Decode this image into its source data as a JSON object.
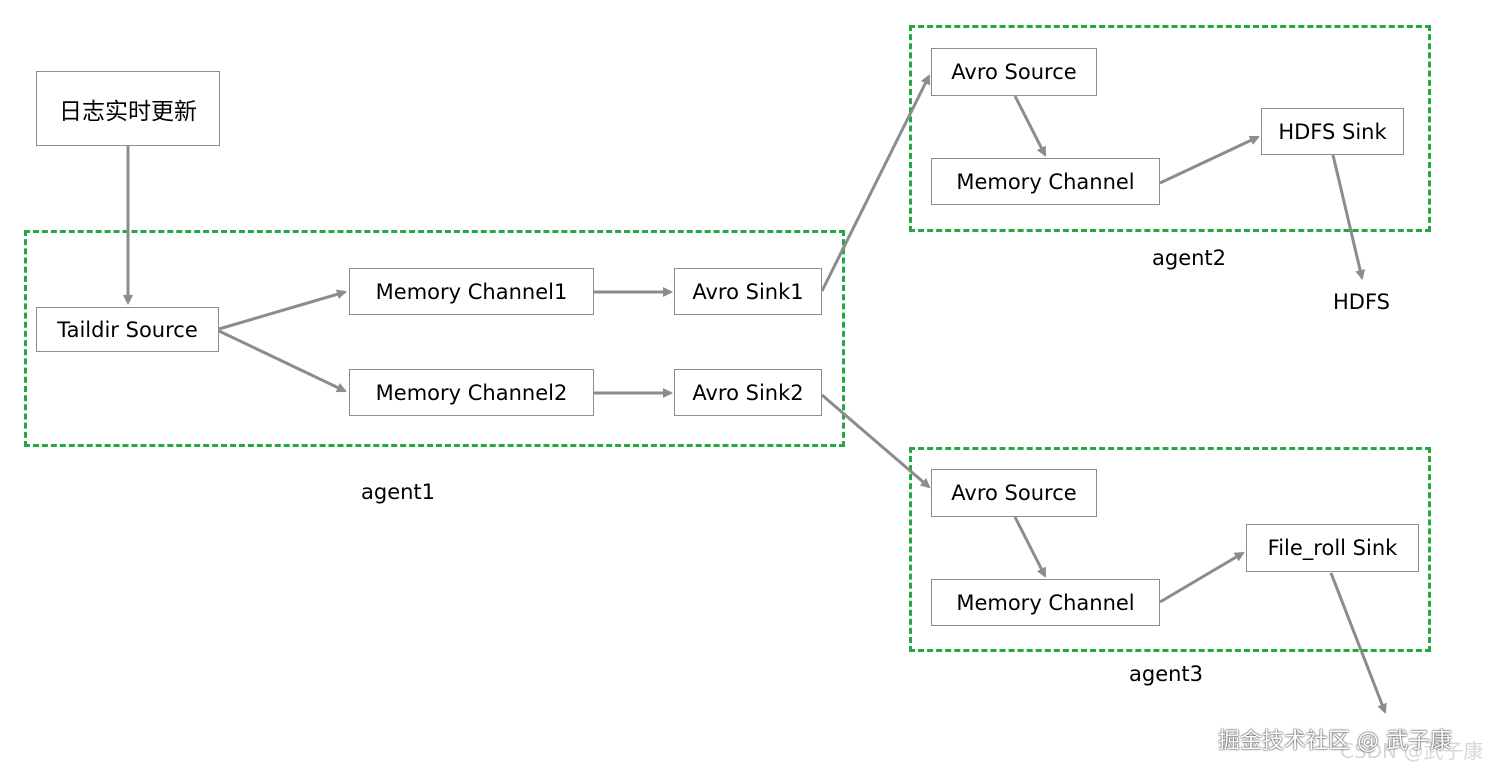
{
  "nodes": {
    "log_update": "日志实时更新",
    "taildir_source": "Taildir Source",
    "memory_channel1": "Memory Channel1",
    "memory_channel2": "Memory Channel2",
    "avro_sink1": "Avro Sink1",
    "avro_sink2": "Avro Sink2",
    "agent2_avro_source": "Avro Source",
    "agent2_memory_channel": "Memory Channel",
    "hdfs_sink": "HDFS Sink",
    "agent3_avro_source": "Avro Source",
    "agent3_memory_channel": "Memory Channel",
    "file_roll_sink": "File_roll Sink"
  },
  "labels": {
    "agent1": "agent1",
    "agent2": "agent2",
    "agent3": "agent3",
    "hdfs": "HDFS"
  },
  "watermark": {
    "juejin": "掘金技术社区 @ 武子康",
    "csdn": "CSDN @武子康"
  },
  "colors": {
    "group_border": "#27a744",
    "arrow": "#8c8c8c",
    "node_border": "#8c8c8c"
  }
}
